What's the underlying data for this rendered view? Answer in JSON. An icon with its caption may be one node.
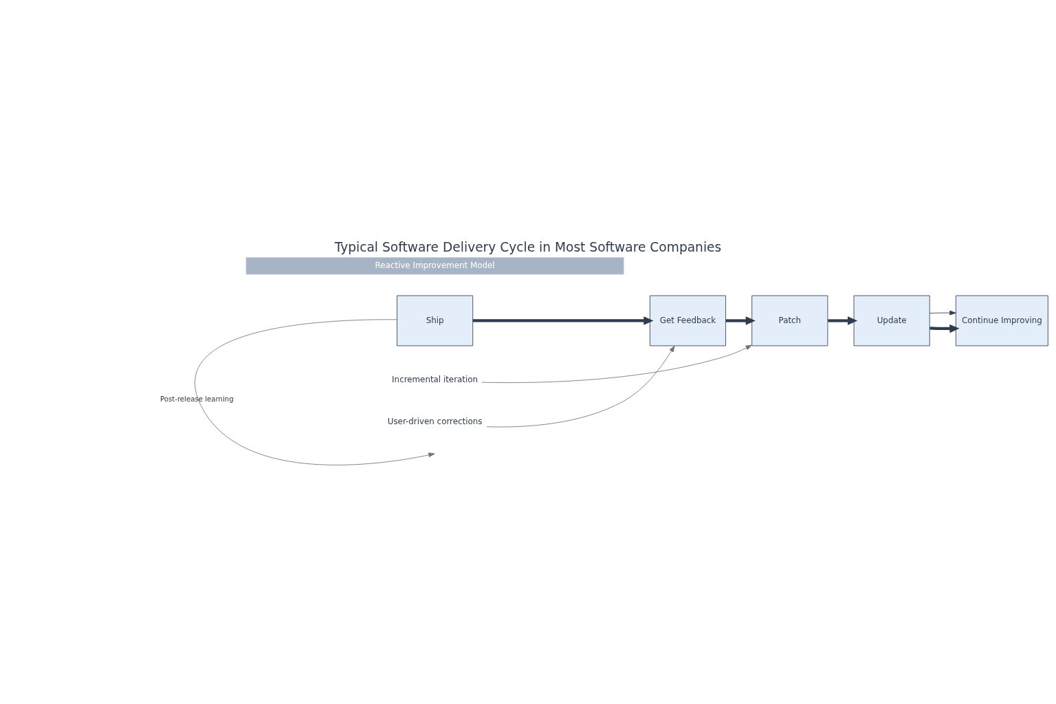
{
  "diagram": {
    "title": "Typical Software Delivery Cycle in Most Software Companies",
    "nodes": [
      {
        "text": [
          "Ship"
        ]
      },
      {
        "text": [
          "Get Feedback"
        ]
      },
      {
        "text": [
          "Patch"
        ]
      },
      {
        "text": [
          "Update"
        ]
      },
      {
        "text": [
          "Continue Improving"
        ]
      },
      {
        "text": [
          "User-driven corrections"
        ]
      },
      {
        "text": [
          "Incremental iteration"
        ]
      },
      {
        "text": [
          "Reactive Improvement Model"
        ]
      }
    ],
    "edges": [
      {
        "from": 0,
        "to": 1,
        "arrow": "to",
        "style": "thick"
      },
      {
        "from": 1,
        "to": 2,
        "arrow": "to",
        "style": "thick"
      },
      {
        "from": 2,
        "to": 3,
        "arrow": "to",
        "style": "thick"
      },
      {
        "from": 3,
        "to": 4,
        "arrow": "to",
        "style": "thick"
      },
      {
        "from": 3,
        "to": 4,
        "arrow": "to"
      },
      {
        "from": 0,
        "to": null,
        "arrow": "to",
        "label": "Post-release learning",
        "color": "#6b7280"
      },
      {
        "from": 5,
        "to": 1,
        "arrow": "to",
        "color": "#6b7280"
      },
      {
        "from": 6,
        "to": 2,
        "arrow": "to",
        "color": "#6b7280"
      }
    ]
  }
}
